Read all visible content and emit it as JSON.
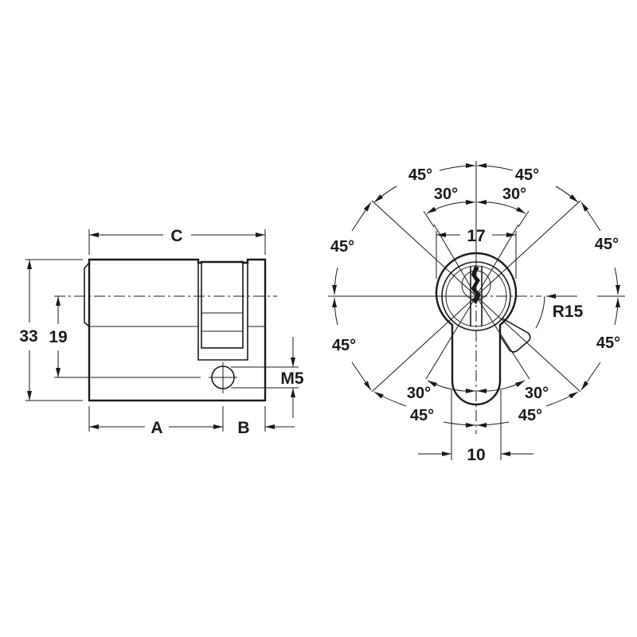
{
  "diagram": {
    "subject": "Half profile cylinder dimension drawing",
    "colors": {
      "line": "#1a1a1a",
      "background": "#ffffff"
    },
    "side_view": {
      "labels": {
        "overall_length": "C",
        "length_a": "A",
        "length_b": "B",
        "height": "33",
        "axis_to_screw": "19",
        "screw_thread": "M5"
      }
    },
    "front_view": {
      "labels": {
        "top_left_outer": "45°",
        "top_right_outer": "45°",
        "top_left_inner": "30°",
        "top_right_inner": "30°",
        "width_17": "17",
        "left_upper": "45°",
        "right_upper": "45°",
        "left_lower": "45°",
        "right_lower": "45°",
        "radius": "R15",
        "bottom_left_inner": "30°",
        "bottom_right_inner": "30°",
        "bottom_left_outer": "45°",
        "bottom_right_outer": "45°",
        "width_10": "10"
      }
    }
  }
}
